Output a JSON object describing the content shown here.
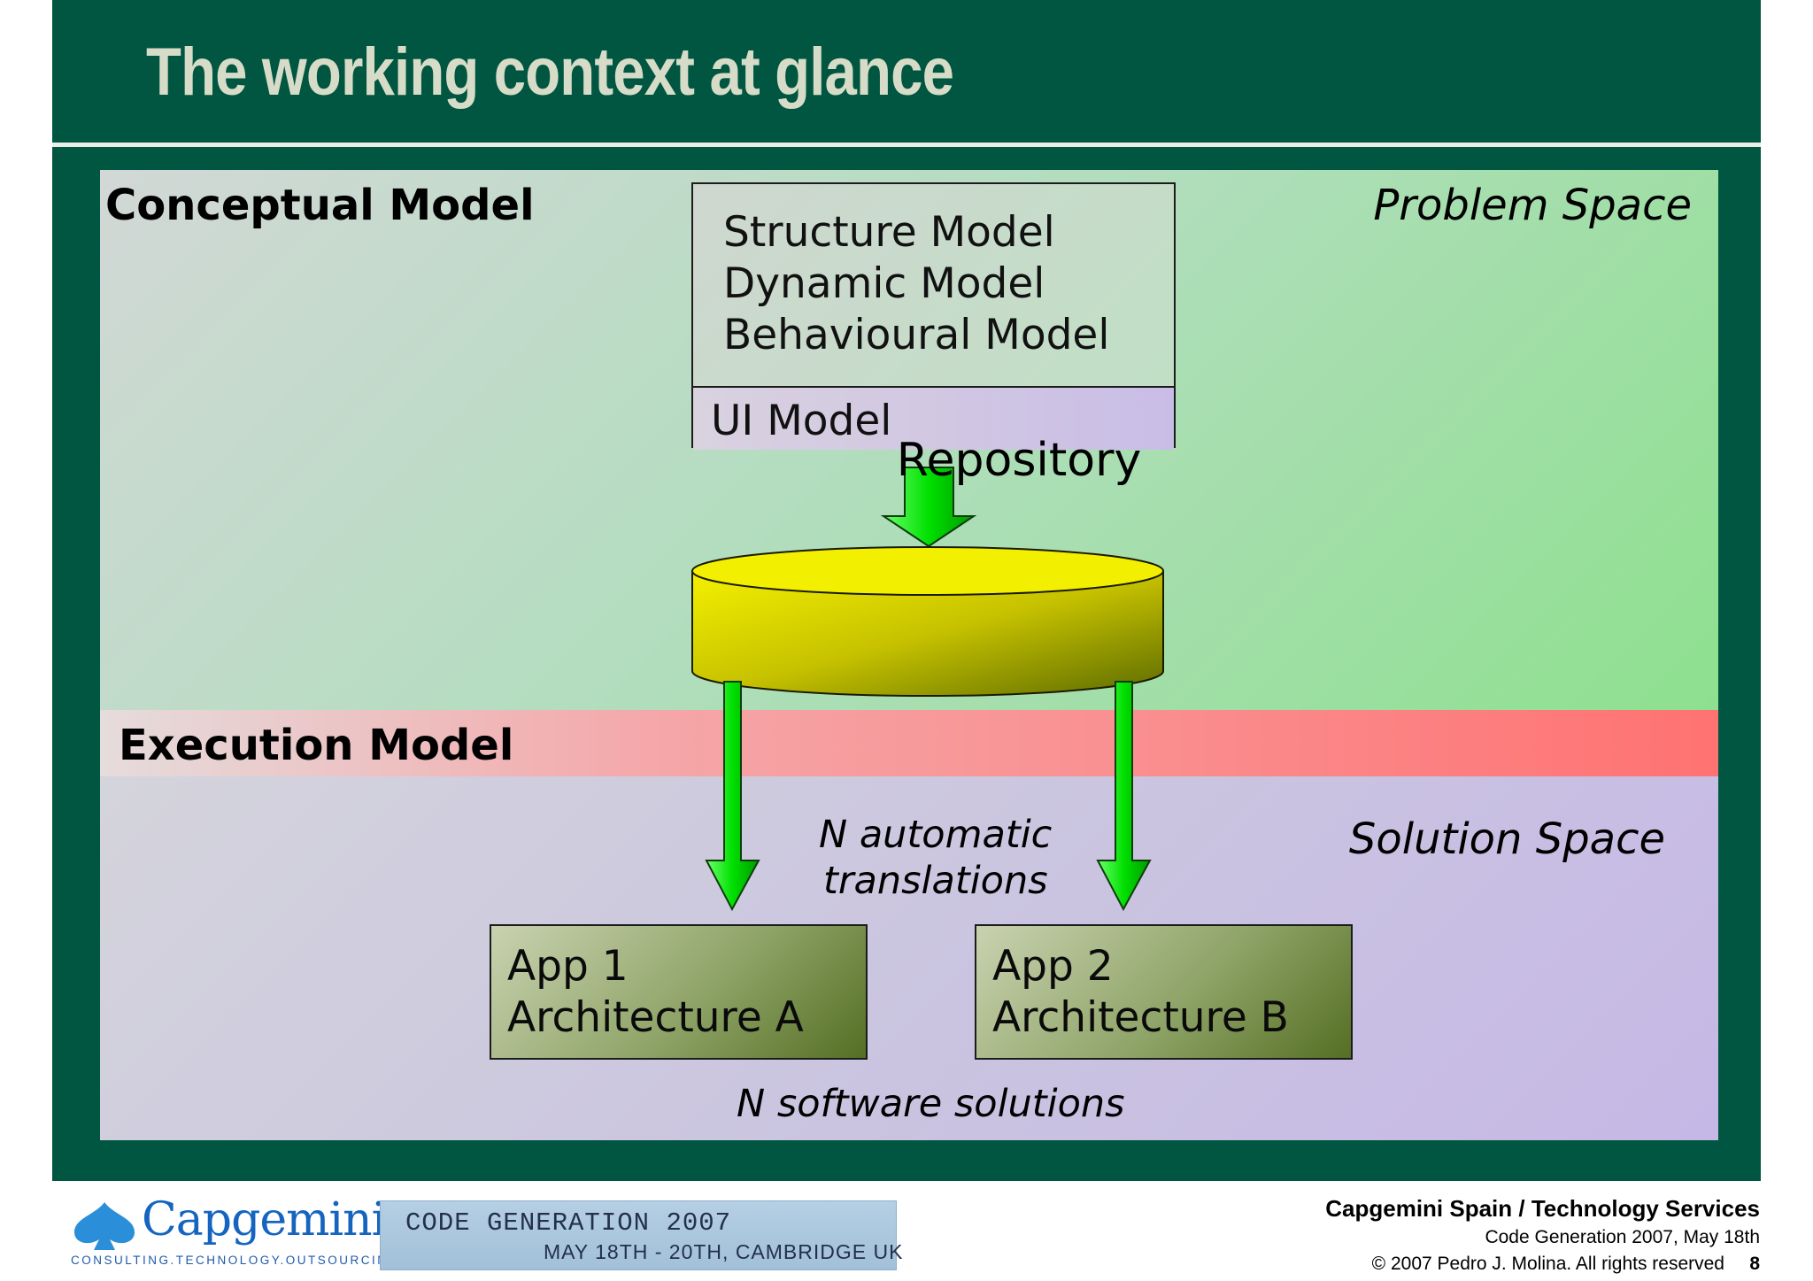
{
  "slide": {
    "title": "The working context at glance"
  },
  "diagram": {
    "conceptual_model_label": "Conceptual Model",
    "execution_model_label": "Execution Model",
    "problem_space_label": "Problem Space",
    "solution_space_label": "Solution Space",
    "models": [
      "Structure Model",
      "Dynamic Model",
      "Behavioural Model"
    ],
    "ui_model": "UI Model",
    "repository": "Repository",
    "translations_line1": "N automatic",
    "translations_line2": "translations",
    "apps": [
      {
        "name": "App 1",
        "architecture": "Architecture A"
      },
      {
        "name": "App 2",
        "architecture": "Architecture B"
      }
    ],
    "solutions": "N software solutions",
    "colors": {
      "frame": "#005640",
      "arrow": "#00e000",
      "repository": "#e6e000",
      "band": "#ff7272"
    }
  },
  "footer": {
    "company": "Capgemini Spain / Technology Services",
    "event": "Code Generation 2007, May 18th",
    "copyright": "© 2007 Pedro J. Molina. All rights reserved",
    "page": "8",
    "logo_word": "Capgemini",
    "logo_tagline": "CONSULTING.TECHNOLOGY.OUTSOURCING",
    "banner_line1": "CODE GENERATION 2007",
    "banner_line2": "MAY 18TH - 20TH, CAMBRIDGE UK"
  }
}
